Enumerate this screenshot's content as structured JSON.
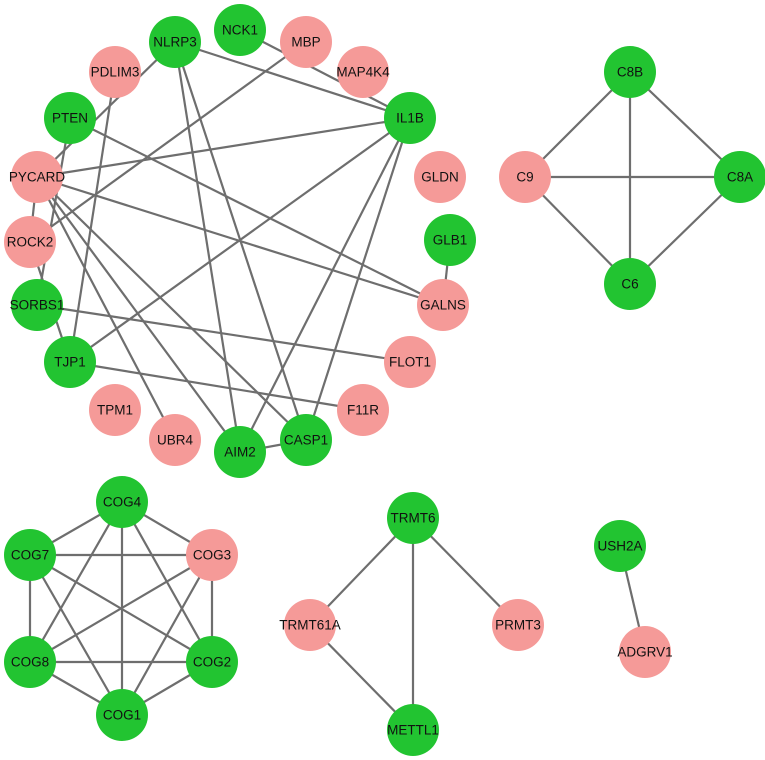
{
  "colors": {
    "up": "#22c431",
    "down": "#f59a98",
    "edge": "#6e6e6e",
    "background": "#ffffff"
  },
  "nodes": [
    {
      "id": "NLRP3",
      "label": "NLRP3",
      "color": "up"
    },
    {
      "id": "NCK1",
      "label": "NCK1",
      "color": "up"
    },
    {
      "id": "MBP",
      "label": "MBP",
      "color": "down"
    },
    {
      "id": "PDLIM3",
      "label": "PDLIM3",
      "color": "down"
    },
    {
      "id": "MAP4K4",
      "label": "MAP4K4",
      "color": "down"
    },
    {
      "id": "PTEN",
      "label": "PTEN",
      "color": "up"
    },
    {
      "id": "IL1B",
      "label": "IL1B",
      "color": "up"
    },
    {
      "id": "PYCARD",
      "label": "PYCARD",
      "color": "down"
    },
    {
      "id": "GLDN",
      "label": "GLDN",
      "color": "down"
    },
    {
      "id": "ROCK2",
      "label": "ROCK2",
      "color": "down"
    },
    {
      "id": "GLB1",
      "label": "GLB1",
      "color": "up"
    },
    {
      "id": "SORBS1",
      "label": "SORBS1",
      "color": "up"
    },
    {
      "id": "GALNS",
      "label": "GALNS",
      "color": "down"
    },
    {
      "id": "TJP1",
      "label": "TJP1",
      "color": "up"
    },
    {
      "id": "FLOT1",
      "label": "FLOT1",
      "color": "down"
    },
    {
      "id": "TPM1",
      "label": "TPM1",
      "color": "down"
    },
    {
      "id": "F11R",
      "label": "F11R",
      "color": "down"
    },
    {
      "id": "UBR4",
      "label": "UBR4",
      "color": "down"
    },
    {
      "id": "AIM2",
      "label": "AIM2",
      "color": "up"
    },
    {
      "id": "CASP1",
      "label": "CASP1",
      "color": "up"
    },
    {
      "id": "C8B",
      "label": "C8B",
      "color": "up"
    },
    {
      "id": "C9",
      "label": "C9",
      "color": "down"
    },
    {
      "id": "C8A",
      "label": "C8A",
      "color": "up"
    },
    {
      "id": "C6",
      "label": "C6",
      "color": "up"
    },
    {
      "id": "COG4",
      "label": "COG4",
      "color": "up"
    },
    {
      "id": "COG7",
      "label": "COG7",
      "color": "up"
    },
    {
      "id": "COG3",
      "label": "COG3",
      "color": "down"
    },
    {
      "id": "COG8",
      "label": "COG8",
      "color": "up"
    },
    {
      "id": "COG2",
      "label": "COG2",
      "color": "up"
    },
    {
      "id": "COG1",
      "label": "COG1",
      "color": "up"
    },
    {
      "id": "TRMT6",
      "label": "TRMT6",
      "color": "up"
    },
    {
      "id": "TRMT61A",
      "label": "TRMT61A",
      "color": "down"
    },
    {
      "id": "PRMT3",
      "label": "PRMT3",
      "color": "down"
    },
    {
      "id": "METTL1",
      "label": "METTL1",
      "color": "up"
    },
    {
      "id": "USH2A",
      "label": "USH2A",
      "color": "up"
    },
    {
      "id": "ADGRV1",
      "label": "ADGRV1",
      "color": "down"
    }
  ],
  "edges": [
    [
      "NLRP3",
      "IL1B"
    ],
    [
      "NLRP3",
      "PYCARD"
    ],
    [
      "NLRP3",
      "AIM2"
    ],
    [
      "NLRP3",
      "CASP1"
    ],
    [
      "NCK1",
      "IL1B"
    ],
    [
      "MBP",
      "ROCK2"
    ],
    [
      "PDLIM3",
      "TJP1"
    ],
    [
      "PTEN",
      "GALNS"
    ],
    [
      "PTEN",
      "SORBS1"
    ],
    [
      "IL1B",
      "PYCARD"
    ],
    [
      "IL1B",
      "TJP1"
    ],
    [
      "IL1B",
      "AIM2"
    ],
    [
      "IL1B",
      "CASP1"
    ],
    [
      "PYCARD",
      "GALNS"
    ],
    [
      "PYCARD",
      "UBR4"
    ],
    [
      "PYCARD",
      "AIM2"
    ],
    [
      "PYCARD",
      "CASP1"
    ],
    [
      "PYCARD",
      "ROCK2"
    ],
    [
      "ROCK2",
      "TJP1"
    ],
    [
      "GLB1",
      "GALNS"
    ],
    [
      "SORBS1",
      "FLOT1"
    ],
    [
      "TJP1",
      "F11R"
    ],
    [
      "AIM2",
      "CASP1"
    ],
    [
      "C8B",
      "C9"
    ],
    [
      "C8B",
      "C8A"
    ],
    [
      "C8B",
      "C6"
    ],
    [
      "C9",
      "C8A"
    ],
    [
      "C9",
      "C6"
    ],
    [
      "C8A",
      "C6"
    ],
    [
      "COG4",
      "COG7"
    ],
    [
      "COG4",
      "COG3"
    ],
    [
      "COG4",
      "COG8"
    ],
    [
      "COG4",
      "COG2"
    ],
    [
      "COG4",
      "COG1"
    ],
    [
      "COG7",
      "COG3"
    ],
    [
      "COG7",
      "COG8"
    ],
    [
      "COG7",
      "COG2"
    ],
    [
      "COG7",
      "COG1"
    ],
    [
      "COG3",
      "COG8"
    ],
    [
      "COG3",
      "COG2"
    ],
    [
      "COG3",
      "COG1"
    ],
    [
      "COG8",
      "COG2"
    ],
    [
      "COG8",
      "COG1"
    ],
    [
      "COG2",
      "COG1"
    ],
    [
      "TRMT6",
      "TRMT61A"
    ],
    [
      "TRMT6",
      "PRMT3"
    ],
    [
      "TRMT6",
      "METTL1"
    ],
    [
      "TRMT61A",
      "METTL1"
    ],
    [
      "USH2A",
      "ADGRV1"
    ]
  ]
}
